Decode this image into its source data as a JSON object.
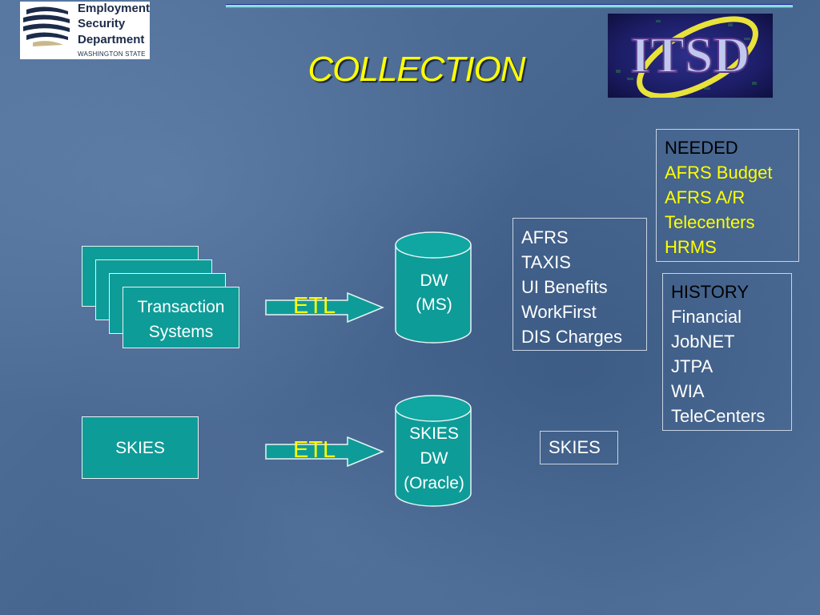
{
  "header": {
    "logo_lines": [
      "Employment",
      "Security",
      "Department"
    ],
    "logo_subline": "WASHINGTON STATE",
    "title": "COLLECTION",
    "itsd_text": "ITSD"
  },
  "diagram": {
    "transaction_label": [
      "Transaction",
      "Systems"
    ],
    "skies_source": "SKIES",
    "etl_labels": [
      "ETL",
      "ETL"
    ],
    "dw_ms": [
      "DW",
      "(MS)"
    ],
    "dw_oracle": [
      "SKIES",
      "DW",
      "(Oracle)"
    ],
    "ms_sources": [
      "AFRS",
      "TAXIS",
      "UI Benefits",
      "WorkFirst",
      "DIS Charges"
    ],
    "skies_target": "SKIES",
    "needed": {
      "heading": "NEEDED",
      "items": [
        "AFRS Budget",
        "AFRS A/R",
        "Telecenters",
        "HRMS"
      ]
    },
    "history": {
      "heading": "HISTORY",
      "items": [
        "Financial",
        "JobNET",
        "JTPA",
        "WIA",
        "TeleCenters"
      ]
    }
  }
}
